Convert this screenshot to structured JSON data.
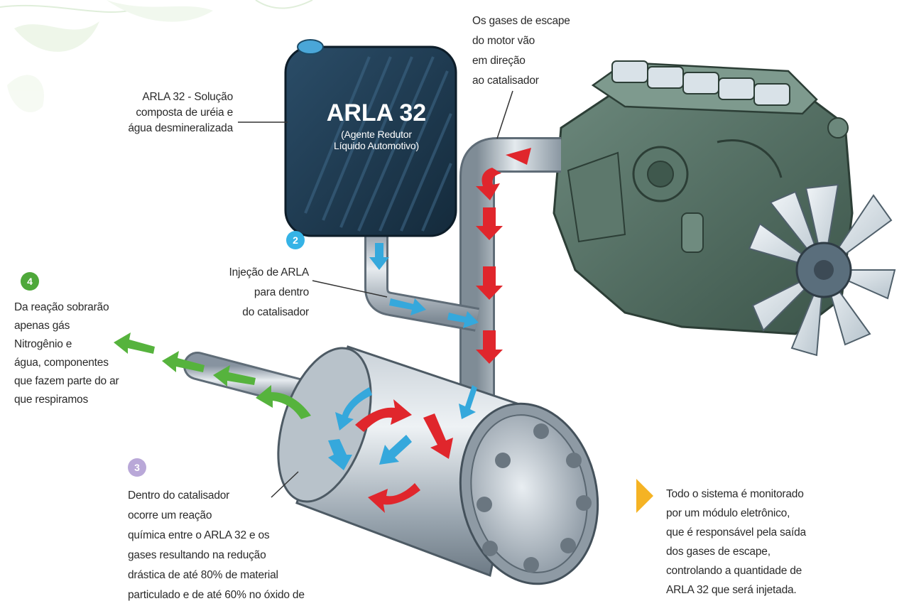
{
  "tank": {
    "title": "ARLA 32",
    "subtitle_line1": "(Agente Redutor",
    "subtitle_line2": "Líquido Automotivo)"
  },
  "labels": {
    "arla_description": [
      "ARLA 32 - Solução",
      "composta de uréia e",
      "água desmineralizada"
    ],
    "step1_text": [
      "Os gases de escape",
      "do motor vão",
      "em direção",
      "ao catalisador"
    ],
    "step2_number": "2",
    "step2_text": [
      "Injeção de ARLA",
      "para dentro",
      "do catalisador"
    ],
    "step3_number": "3",
    "step3_text": [
      "Dentro do catalisador",
      "ocorre um reação",
      "química entre o ARLA 32 e os",
      "gases resultando na redução",
      "drástica de até 80% de material",
      "particulado e de até 60% no óxido de"
    ],
    "step4_number": "4",
    "step4_text": [
      "Da reação sobrarão",
      "apenas gás",
      "Nitrogênio e",
      "água, componentes",
      "que fazem parte do ar",
      "que respiramos"
    ],
    "monitor_text": [
      "Todo o sistema é monitorado",
      "por um módulo eletrônico,",
      "que é responsável pela saída",
      "dos gases de escape,",
      "controlando a quantidade de",
      "ARLA 32 que será injetada."
    ]
  },
  "colors": {
    "step2_badge": "#35b3e6",
    "step3_badge": "#b9a8d8",
    "step4_badge": "#4ea83a",
    "monitor_marker": "#f5b324",
    "exhaust_arrow": "#e0262c",
    "arla_arrow": "#35a8dc",
    "output_arrow": "#56b33d",
    "tank_body": "#1e3a50",
    "engine_body": "#4e6b60"
  }
}
